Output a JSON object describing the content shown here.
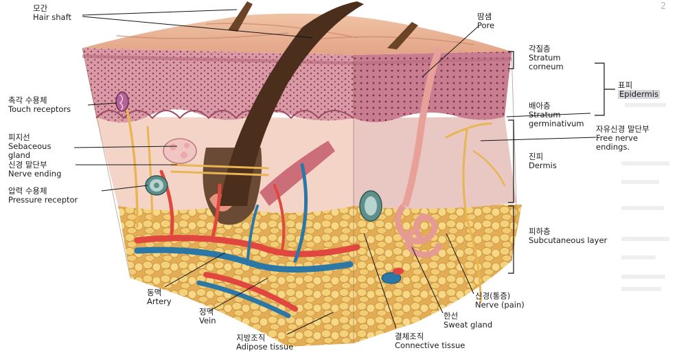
{
  "labels": {
    "hair_shaft": {
      "ko": "모간",
      "en": "Hair shaft"
    },
    "pore": {
      "ko": "땀샘",
      "en": "Pore"
    },
    "stratum_corneum": {
      "ko": "각질층",
      "en1": "Stratum",
      "en2": "corneum"
    },
    "epidermis": {
      "ko": "표피",
      "en": "Epidermis"
    },
    "stratum_germinativum": {
      "ko": "배아층",
      "en1": "Stratum",
      "en2": "germinativum"
    },
    "free_nerve": {
      "ko": "자유신경 말단부",
      "en1": "Free nerve",
      "en2": "endings."
    },
    "dermis": {
      "ko": "진피",
      "en": "Dermis"
    },
    "subcutaneous": {
      "ko": "피하층",
      "en": "Subcutaneous layer"
    },
    "touch": {
      "ko": "촉각 수용체",
      "en": "Touch receptors"
    },
    "sebaceous": {
      "ko": "피지선",
      "en1": "Sebaceous",
      "en2": "gland"
    },
    "nerve_ending": {
      "ko": "신경 말단부",
      "en": "Nerve ending"
    },
    "pressure": {
      "ko": "압력 수용체",
      "en": "Pressure receptor"
    },
    "artery": {
      "ko": "동맥",
      "en": "Artery"
    },
    "vein": {
      "ko": "정맥",
      "en": "Vein"
    },
    "adipose": {
      "ko": "지방조직",
      "en": "Adipose tissue"
    },
    "connective": {
      "ko": "결체조직",
      "en": "Connective tissue"
    },
    "sweat_gland": {
      "ko": "한선",
      "en": "Sweat gland"
    },
    "nerve_pain": {
      "ko": "신경(통증)",
      "en": "Nerve (pain)"
    }
  },
  "page_number": "2",
  "colors": {
    "top_skin": "#e8b08e",
    "epidermis": "#cf8e9c",
    "dermis": "#f1cfc3",
    "fat": "#eec66a",
    "artery": "#e0483f",
    "vein": "#2b77a6",
    "nerve": "#e8b552",
    "hair": "#5a3a22"
  }
}
